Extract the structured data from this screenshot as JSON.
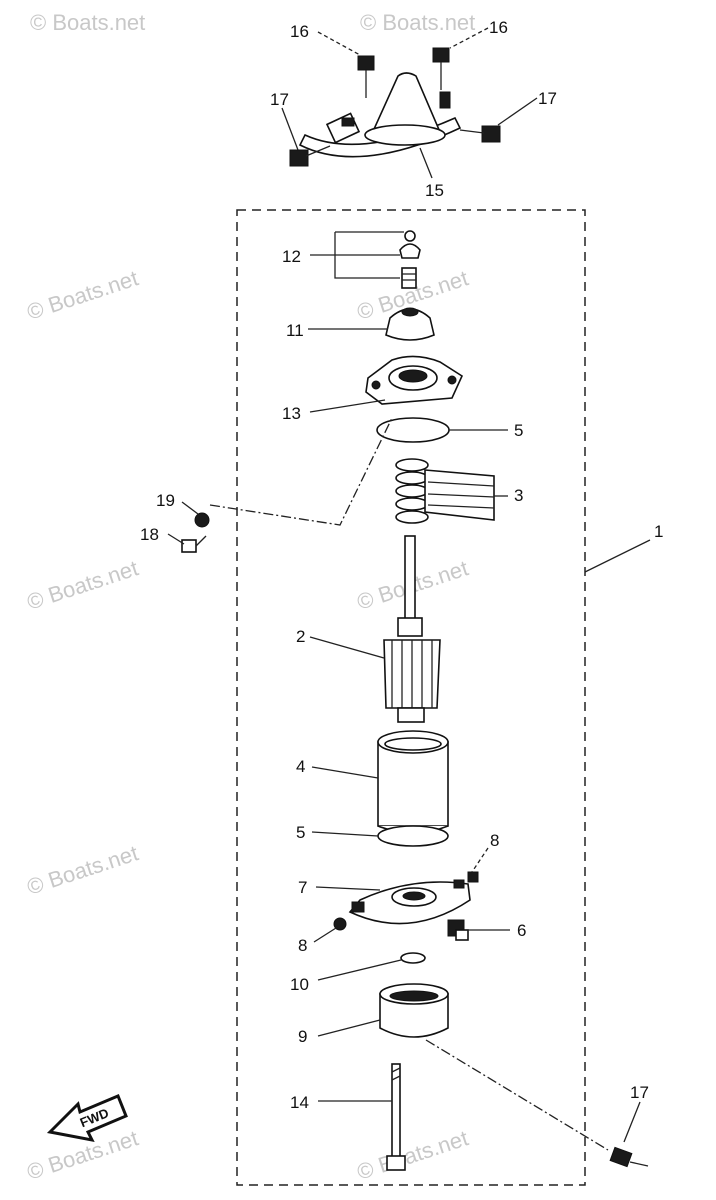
{
  "diagram": {
    "callouts": {
      "c1": "1",
      "c2": "2",
      "c3": "3",
      "c4": "4",
      "c5a": "5",
      "c5b": "5",
      "c6": "6",
      "c7": "7",
      "c8a": "8",
      "c8b": "8",
      "c9": "9",
      "c10": "10",
      "c11": "11",
      "c12": "12",
      "c13": "13",
      "c14": "14",
      "c15": "15",
      "c16a": "16",
      "c16b": "16",
      "c17a": "17",
      "c17b": "17",
      "c17c": "17",
      "c18": "18",
      "c19": "19"
    },
    "fwd_label": "FWD",
    "watermark": "© Boats.net",
    "colors": {
      "ink": "#111111",
      "watermark": "#c8c8c8",
      "background": "#ffffff"
    }
  }
}
